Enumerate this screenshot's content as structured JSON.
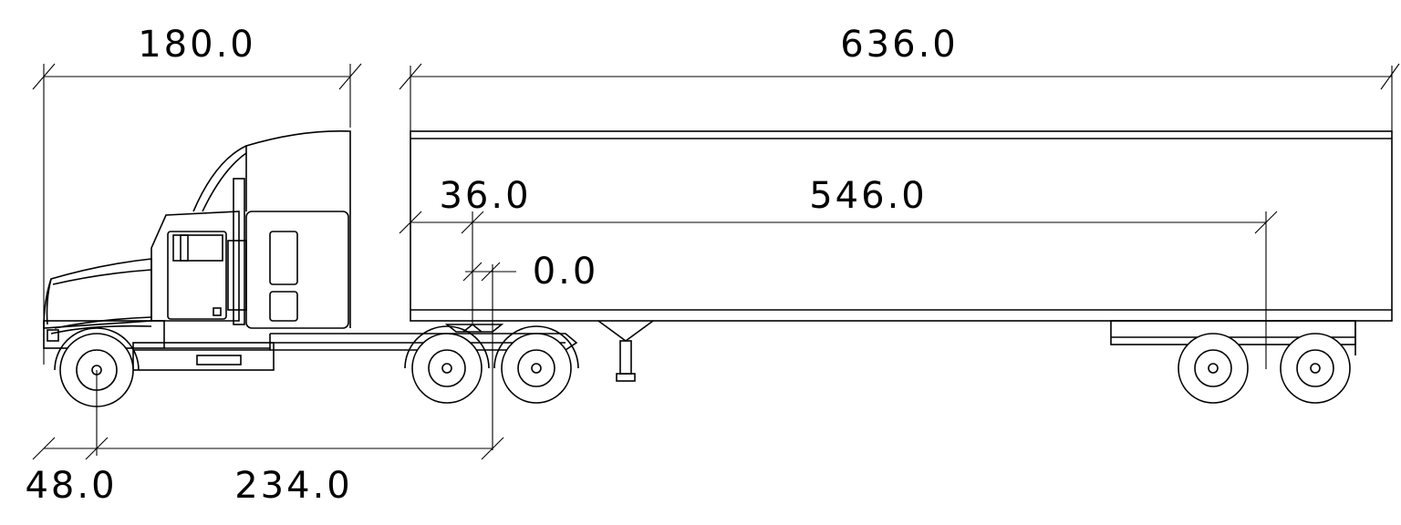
{
  "dimensions": {
    "cab_height": "180.0",
    "trailer_length": "636.0",
    "kingpin_setback": "36.0",
    "kingpin_to_axle": "546.0",
    "fifth_wheel_offset": "0.0",
    "front_overhang": "48.0",
    "wheelbase": "234.0"
  },
  "colors": {
    "line": "#000000",
    "background": "#ffffff"
  }
}
